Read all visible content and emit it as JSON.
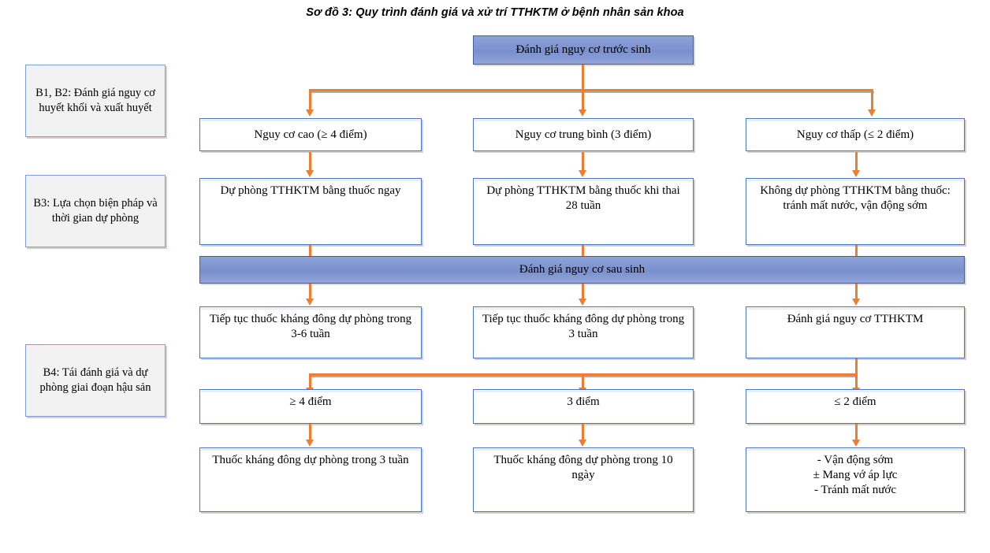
{
  "title": "Sơ đồ 3: Quy trình đánh giá và xử trí TTHKTM ở bệnh nhân sản khoa",
  "colors": {
    "connector": "#ED7D31",
    "box_border": "#4a74bd",
    "banner_fill": "#7a90cd",
    "sidebar_fill": "#f2f2f2"
  },
  "sidebar": {
    "items": [
      {
        "label": "B1, B2: Đánh giá nguy cơ huyết khối và xuất huyết"
      },
      {
        "label": "B3: Lựa chọn biện pháp và thời gian dự phòng"
      },
      {
        "label": "B4: Tái đánh giá và dự phòng giai đoạn hậu sản"
      }
    ]
  },
  "flow": {
    "header": {
      "label": "Đánh giá nguy cơ trước sinh"
    },
    "banner": {
      "label": "Đánh giá nguy cơ sau sinh"
    },
    "row_risk": [
      {
        "label": "Nguy cơ cao (≥ 4 điểm)"
      },
      {
        "label": "Nguy cơ trung bình (3 điểm)"
      },
      {
        "label": "Nguy cơ thấp (≤ 2 điểm)"
      }
    ],
    "row_prophylaxis": [
      {
        "label": "Dự phòng TTHKTM bằng thuốc ngay"
      },
      {
        "label": "Dự phòng TTHKTM bằng thuốc khi thai 28 tuần"
      },
      {
        "label": "Không dự phòng TTHKTM bằng thuốc: tránh mất nước, vận động sớm"
      }
    ],
    "row_postpartum": [
      {
        "label": "Tiếp tục thuốc kháng đông dự phòng trong 3-6 tuần"
      },
      {
        "label": "Tiếp tục thuốc kháng đông dự phòng trong 3 tuần"
      },
      {
        "label": "Đánh giá nguy cơ TTHKTM"
      }
    ],
    "row_score": [
      {
        "label": "≥ 4 điểm"
      },
      {
        "label": "3 điểm"
      },
      {
        "label": "≤ 2 điểm"
      }
    ],
    "row_treatment": [
      {
        "label": "Thuốc kháng đông dự phòng trong 3 tuần"
      },
      {
        "label": "Thuốc kháng đông dự phòng trong 10 ngày"
      },
      {
        "label": "-  Vận động sớm\n± Mang vớ áp lực\n- Tránh mất nước"
      }
    ]
  }
}
